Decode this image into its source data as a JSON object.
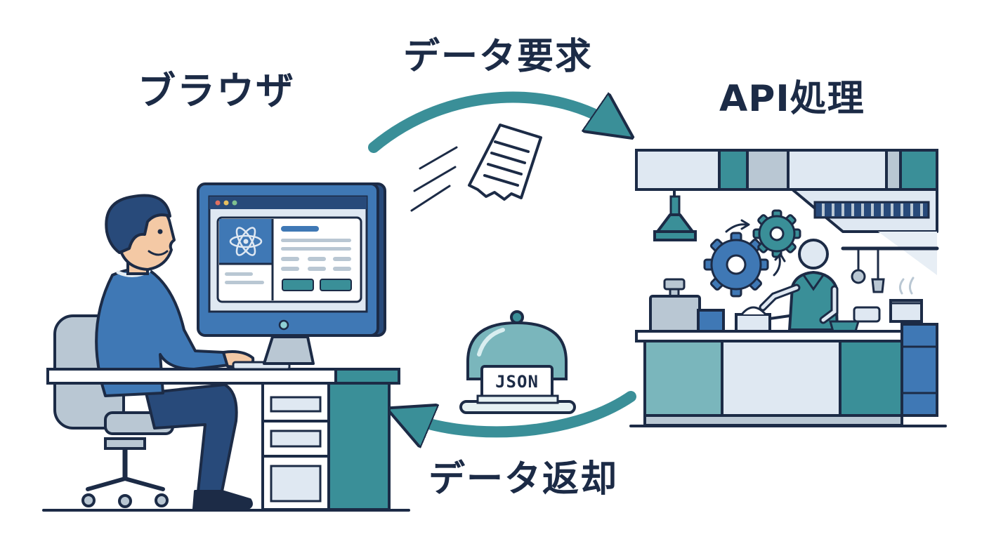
{
  "labels": {
    "browser": "ブラウザ",
    "request": "データ要求",
    "api": "API処理",
    "response": "データ返却",
    "payload": "JSON"
  },
  "colors": {
    "ink": "#1c2b46",
    "teal": "#3a8f98",
    "teal_dark": "#2e7d86",
    "blue": "#3f78b5",
    "navy": "#284a7a",
    "steel": "#b9c7d3",
    "screen": "#dfe8f2"
  }
}
